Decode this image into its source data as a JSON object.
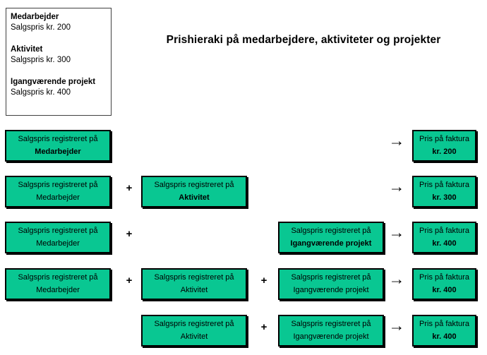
{
  "title": "Prishieraki på medarbejdere, aktiviteter og projekter",
  "glyphs": {
    "plus": "+",
    "arrow": "→"
  },
  "colors": {
    "box_green": "#09C792",
    "border": "#000000",
    "page_bg": "#FFFFFF"
  },
  "legend": {
    "items": [
      {
        "name": "Medarbejder",
        "price": "Salgspris kr. 200"
      },
      {
        "name": "Aktivitet",
        "price": "Salgspris kr. 300"
      },
      {
        "name": "Igangværende projekt",
        "price": "Salgspris kr. 400"
      }
    ]
  },
  "box_line1": "Salgspris registreret på",
  "result_line1": "Pris på faktura",
  "rows": [
    {
      "c1": "Medarbejder",
      "result": "kr. 200"
    },
    {
      "c1": "Medarbejder",
      "c2": "Aktivitet",
      "result": "kr. 300"
    },
    {
      "c1": "Medarbejder",
      "c3": "Igangværende projekt",
      "result": "kr. 400"
    },
    {
      "c1": "Medarbejder",
      "c2": "Aktivitet",
      "c3": "Igangværende projekt",
      "result": "kr. 400"
    },
    {
      "c2": "Aktivitet",
      "c3": "Igangværende projekt",
      "result": "kr. 400"
    }
  ]
}
